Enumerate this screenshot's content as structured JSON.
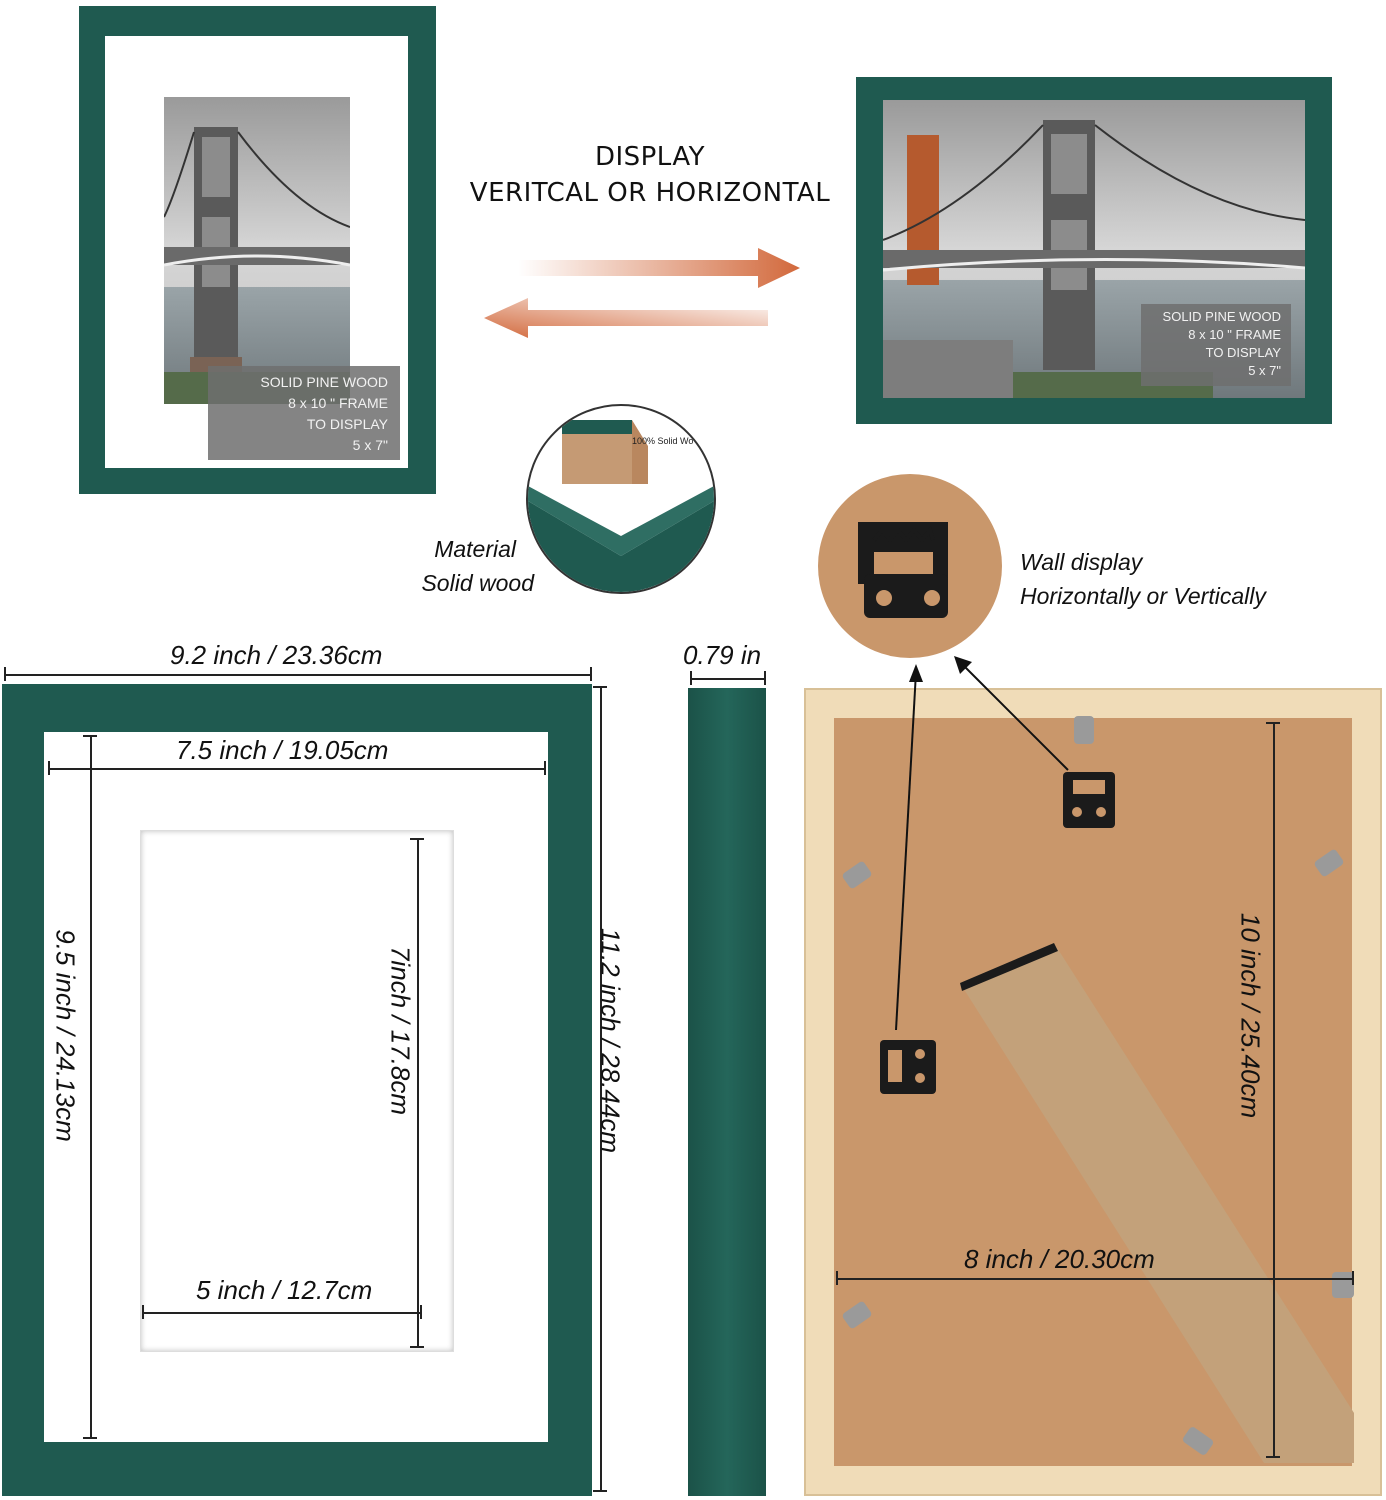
{
  "display": {
    "line1": "DISPLAY",
    "line2": "VERITCAL OR HORIZONTAL"
  },
  "vertical_frame_spec": {
    "line1": "SOLID PINE WOOD",
    "line2": "8 x 10 \" FRAME",
    "line3": "TO DISPLAY",
    "line4": "5 x 7\""
  },
  "horizontal_frame_spec": {
    "line1": "SOLID PINE WOOD",
    "line2": "8 x 10 \" FRAME",
    "line3": "TO DISPLAY",
    "line4": "5 x 7\""
  },
  "material": {
    "line1": "Material",
    "line2": "Solid wood",
    "corner_text": "100% Solid Wo"
  },
  "wall": {
    "line1": "Wall display",
    "line2": "Horizontally or Vertically"
  },
  "dimensions": {
    "outer_width": "9.2 inch / 23.36cm",
    "inner_width": "7.5 inch / 19.05cm",
    "opening_height": "7inch / 17.8cm",
    "opening_width": "5 inch / 12.7cm",
    "inner_height": "9.5 inch / 24.13cm",
    "outer_height": "11.2 inch / 28.44cm",
    "depth": "0.79 in",
    "back_height": "10 inch / 25.40cm",
    "back_width": "8 inch / 20.30cm"
  },
  "colors": {
    "frame": "#1f5a50",
    "arrow": "#d2693c",
    "backing": "#c9976b",
    "pine": "#f0dcb8"
  }
}
